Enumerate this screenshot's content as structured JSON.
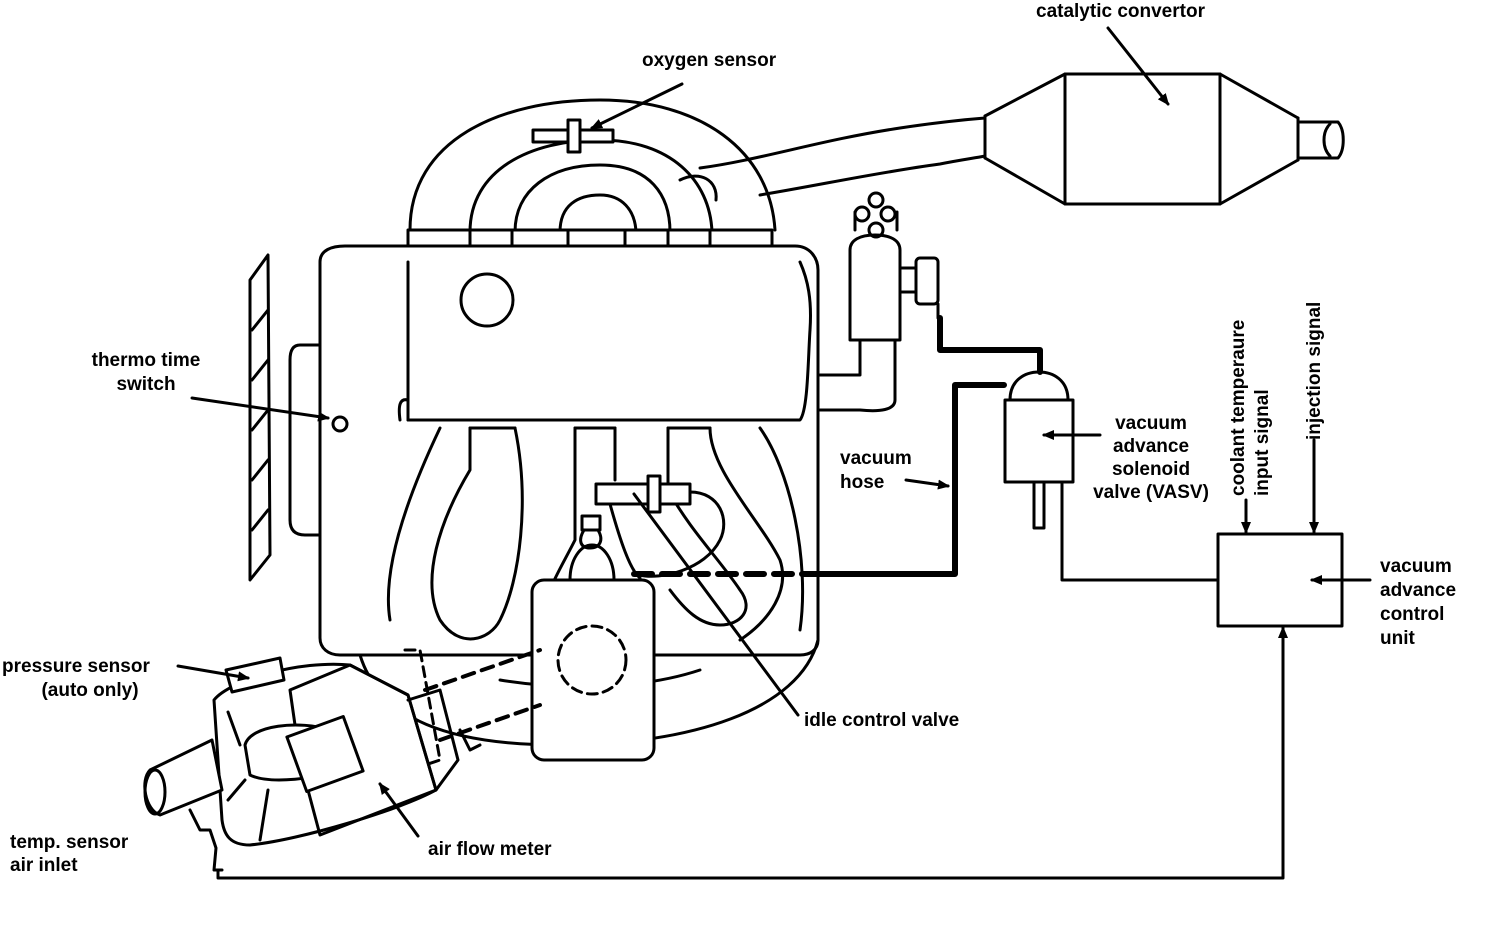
{
  "labels": {
    "catalytic_convertor": "catalytic convertor",
    "oxygen_sensor": "oxygen sensor",
    "thermo_time_switch_1": "thermo time",
    "thermo_time_switch_2": "switch",
    "vacuum_hose_1": "vacuum",
    "vacuum_hose_2": "hose",
    "vasv_1": "vacuum",
    "vasv_2": "advance",
    "vasv_3": "solenoid",
    "vasv_4": "valve (VASV)",
    "coolant_1": "coolant temperaure",
    "coolant_2": "input signal",
    "injection_signal": "injection signal",
    "control_unit_1": "vacuum",
    "control_unit_2": "advance",
    "control_unit_3": "control",
    "control_unit_4": "unit",
    "pressure_sensor_1": "pressure sensor",
    "pressure_sensor_2": "(auto only)",
    "idle_control_valve": "idle control valve",
    "temp_sensor_1": "temp. sensor",
    "temp_sensor_2": "air inlet",
    "air_flow_meter": "air flow meter"
  },
  "colors": {
    "ink": "#000000",
    "paper": "#ffffff"
  }
}
